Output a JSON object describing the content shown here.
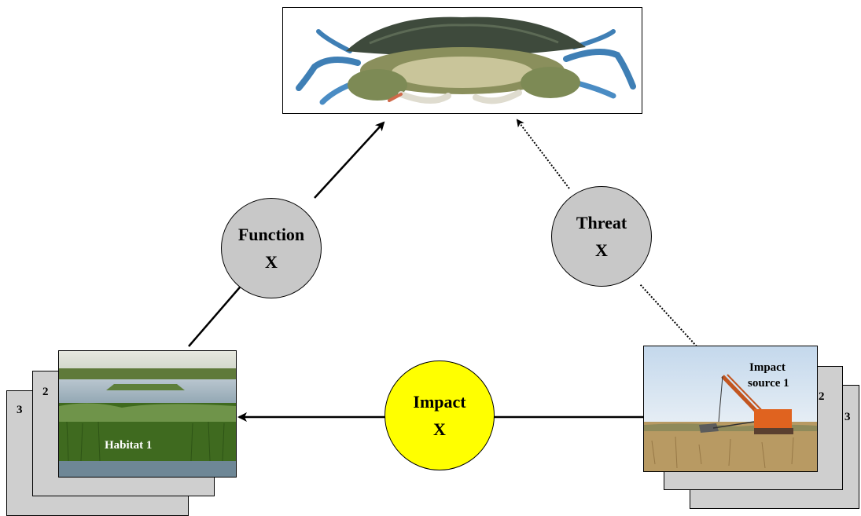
{
  "colors": {
    "function_fill": "#c8c8c8",
    "threat_fill": "#c8c8c8",
    "impact_fill": "#ffff00",
    "card_fill": "#cfcfcf",
    "line": "#000000"
  },
  "icons": {
    "crab": "blue-crab-photo",
    "habitat": "salt-marsh-photo",
    "impact_source": "dragline-crane-photo"
  },
  "nodes": {
    "function": {
      "title": "Function",
      "symbol": "X"
    },
    "threat": {
      "title": "Threat",
      "symbol": "X"
    },
    "impact": {
      "title": "Impact",
      "symbol": "X"
    }
  },
  "habitat": {
    "label": "Habitat 1",
    "stack": [
      "2",
      "3"
    ]
  },
  "impact_source": {
    "label_line1": "Impact",
    "label_line2": "source 1",
    "stack": [
      "2",
      "3"
    ]
  }
}
